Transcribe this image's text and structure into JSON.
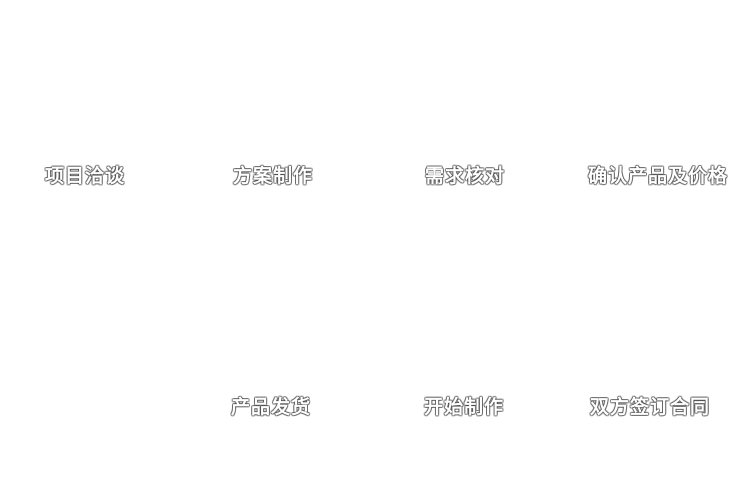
{
  "page": {
    "background_color": "#ffffff"
  },
  "diagram": {
    "type": "process-flow",
    "text_color": "#ffffff",
    "outline_color": "#464646",
    "steps": [
      {
        "label": "项目洽谈",
        "row": "top",
        "order": 1
      },
      {
        "label": "方案制作",
        "row": "top",
        "order": 2
      },
      {
        "label": "需求核对",
        "row": "top",
        "order": 3
      },
      {
        "label": "确认产品及价格",
        "row": "top",
        "order": 4
      },
      {
        "label": "产品发货",
        "row": "bottom",
        "order": 7
      },
      {
        "label": "开始制作",
        "row": "bottom",
        "order": 6
      },
      {
        "label": "双方签订合同",
        "row": "bottom",
        "order": 5
      }
    ]
  }
}
